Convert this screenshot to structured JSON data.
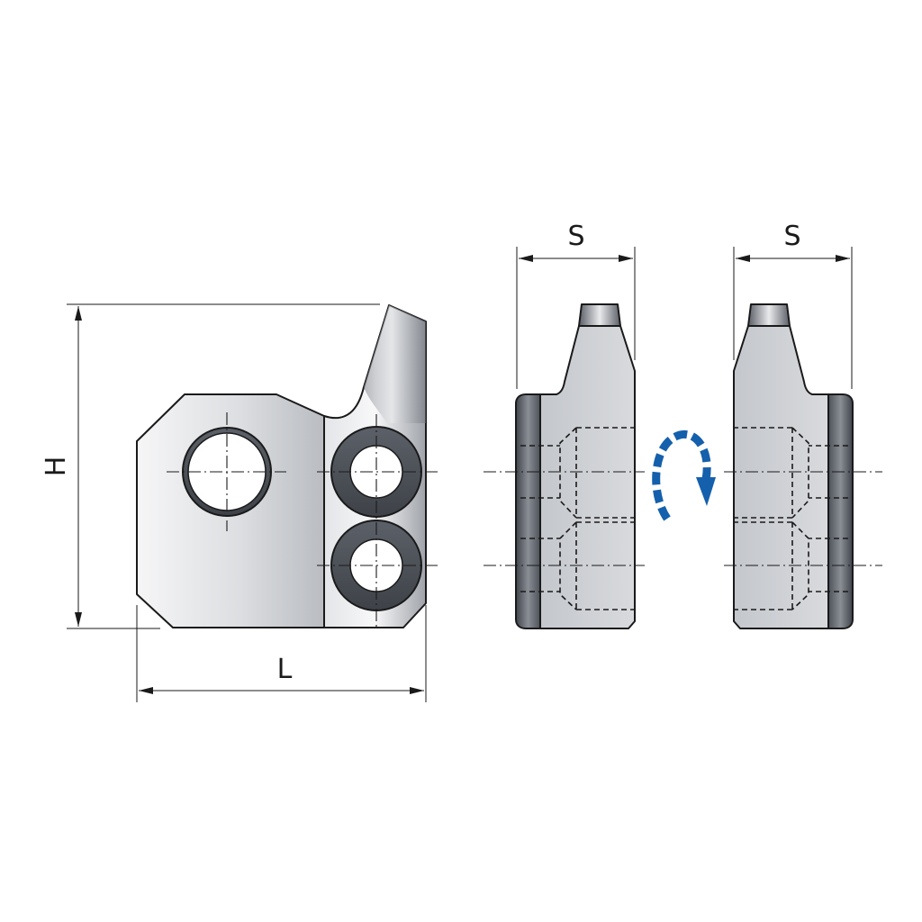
{
  "dimensions": {
    "height_label": "H",
    "length_label": "L",
    "thickness_label_1": "S",
    "thickness_label_2": "S"
  },
  "colors": {
    "line": "#1a1a1a",
    "body_light": "#f4f4f5",
    "body_mid": "#c9ccd0",
    "body_dark": "#5d6169",
    "ring": "#4a4e55",
    "rotation_arrow": "#1560ac"
  },
  "icons": {
    "rotation": "rotate-arrow-icon"
  }
}
